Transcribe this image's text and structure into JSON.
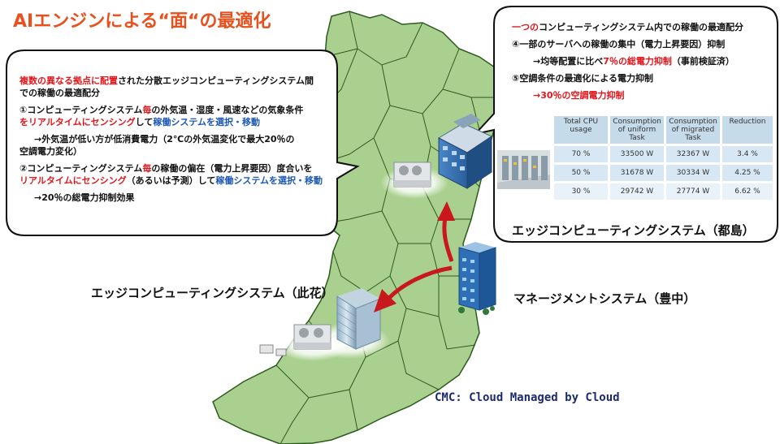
{
  "title": "AIエンジンによる“面“の最適化",
  "left_bubble": {
    "line1_red": "複数の異なる拠点に配置",
    "line1_rest": "された分散エッジコンピューティングシステム間",
    "line2": "での稼働の最適配分",
    "item1_a": "①コンピューティングシステム",
    "item1_red": "毎",
    "item1_b": "の外気温・湿度・風速などの気象条件",
    "item1_c_red": "をリアルタイムにセンシング",
    "item1_c_mid": "して",
    "item1_c_blue": "稼働システムを選択・移動",
    "item1_result_1": "→外気温が低い方が低消費電力（2℃の外気温変化で最大20％の",
    "item1_result_2": "空調電力変化）",
    "item2_a": "②コンピューティングシステム",
    "item2_red": "毎",
    "item2_b": "の稼働の偏在（電力上昇要因）度合いを",
    "item2_c_red": "リアルタイムにセンシング",
    "item2_c_mid": "（あるいは予測）して",
    "item2_c_blue": "稼働システムを選択・移動",
    "item2_result": "→20％の総電力抑制効果"
  },
  "right_bubble": {
    "line1_red": "一つの",
    "line1_rest": "コンピューティングシステム内での稼働の最適配分",
    "item4": "④一部のサーバへの稼働の集中（電力上昇要因）抑制",
    "item4_result_a": "→均等配置に比べ",
    "item4_result_red": "7％の総電力抑制",
    "item4_result_b": "（事前検証済）",
    "item5": "⑤空調条件の最適化による電力抑制",
    "item5_result": "→30％の空調電力抑制"
  },
  "table": {
    "headers": [
      "Total CPU usage",
      "Consumption of uniform Task",
      "Consumption of migrated Task",
      "Reduction"
    ],
    "rows": [
      [
        "70 %",
        "33500 W",
        "32367 W",
        "3.4 %"
      ],
      [
        "50 %",
        "31678 W",
        "30334 W",
        "4.25 %"
      ],
      [
        "30 %",
        "29742 W",
        "27774 W",
        "6.62 %"
      ]
    ]
  },
  "labels": {
    "edge_miyakojima": "エッジコンピューティングシステム（都島）",
    "edge_konohana": "エッジコンピューティングシステム（此花）",
    "management": "マネージメントシステム（豊中）",
    "cmc": "CMC: Cloud Managed by Cloud"
  },
  "colors": {
    "title": "#e8501e",
    "map_fill": "#a9d08e",
    "map_stroke": "#2d5a1e",
    "highlight": "#e0161b",
    "emphasis_blue": "#1c58b5",
    "arrow": "#c8181d"
  },
  "icons": {
    "server_building": "office-building-icon",
    "tower": "glass-tower-icon",
    "cooling": "cooling-unit-icon",
    "server_rack": "server-rack-photo"
  }
}
